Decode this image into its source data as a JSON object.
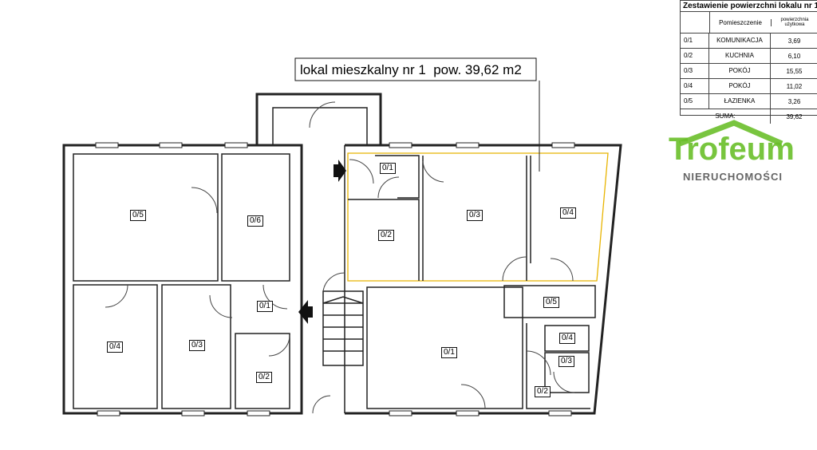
{
  "title_box": {
    "text": "lokal mieszkalny nr 1  pow. 39,62 m2"
  },
  "rooms_left": [
    "0/5",
    "0/6",
    "0/4",
    "0/3",
    "0/1",
    "0/2"
  ],
  "rooms_apartment": [
    "0/1",
    "0/2",
    "0/3",
    "0/4",
    "0/5"
  ],
  "rooms_right_lower": [
    "0/1",
    "0/4",
    "0/3",
    "0/2"
  ],
  "table": {
    "title": "Zestawienie powierzchni lokalu nr 1",
    "header_room": "Pomieszczenie",
    "header_area": "powierzchnia użytkowa",
    "rows": [
      {
        "no": "0/1",
        "name": "KOMUNIKACJA",
        "area": "3,69"
      },
      {
        "no": "0/2",
        "name": "KUCHNIA",
        "area": "6,10"
      },
      {
        "no": "0/3",
        "name": "POKÓJ",
        "area": "15,55"
      },
      {
        "no": "0/4",
        "name": "POKÓJ",
        "area": "11,02"
      },
      {
        "no": "0/5",
        "name": "ŁAZIENKA",
        "area": "3,26"
      }
    ],
    "sum_label": "SUMA:",
    "sum_value": "39,62"
  },
  "logo": {
    "name": "Trofeum",
    "subtitle": "NIERUCHOMOŚCI",
    "color": "#6abf2a"
  },
  "colors": {
    "apartment_outline": "#e8b400"
  }
}
